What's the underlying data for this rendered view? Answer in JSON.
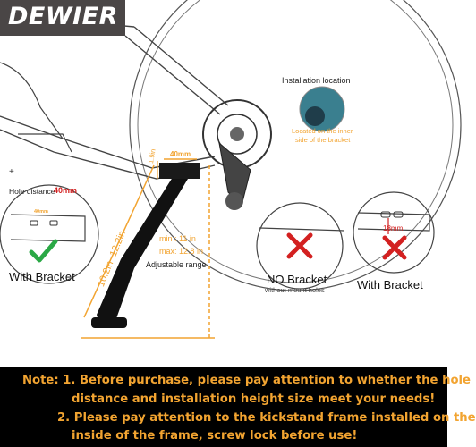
{
  "brand": {
    "name": "DEWIER"
  },
  "installation": {
    "title": "Installation location",
    "note_line1": "Located on the inner",
    "note_line2": "side of the bracket"
  },
  "hole": {
    "plus_symbol": "+",
    "label": "Hole distance",
    "value": "40mm",
    "bracket_label_top": "40mm",
    "inset_hole_label": "40mm"
  },
  "panels": {
    "with_bracket_left": "With Bracket",
    "no_bracket": "NO Bracket",
    "no_bracket_sub": "without mount holes",
    "with_bracket_right": "With Bracket",
    "inset_18mm": "18mm"
  },
  "measurements": {
    "short_height": "1.9in",
    "length_range": "10.2in~12.2in",
    "min": "min : 11 in",
    "max": "max: 12.8 in",
    "adjustable": "Adjustable range"
  },
  "note": {
    "line1": "Note: 1. Before purchase, please pay attention to whether the hole",
    "line2": "distance and installation height size meet your needs!",
    "line3": "2. Please pay attention to the kickstand frame installed on the",
    "line4": "inside of the frame, screw lock before use!"
  },
  "colors": {
    "orange": "#f2a431",
    "red": "#d32020",
    "green": "#2aa845",
    "dark": "#4a4646"
  }
}
